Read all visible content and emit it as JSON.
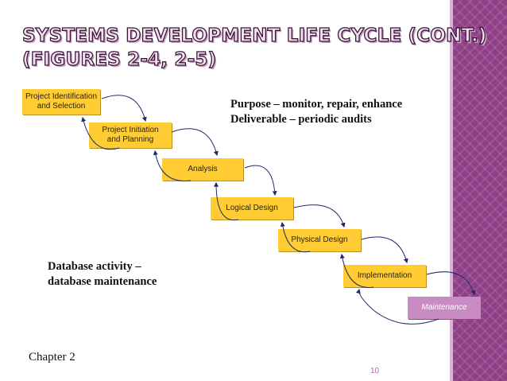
{
  "slide": {
    "title_line1": "SYSTEMS DEVELOPMENT LIFE CYCLE  (CONT.)",
    "title_line2": "(FIGURES 2-4, 2-5)",
    "purpose": "Purpose – monitor, repair, enhance",
    "deliverable": "Deliverable – periodic audits",
    "database_activity_line1": "Database activity –",
    "database_activity_line2": "database maintenance",
    "chapter": "Chapter 2",
    "page_number": "10"
  },
  "phases": [
    {
      "line1": "Project Identification",
      "line2": "and Selection"
    },
    {
      "line1": "Project Initiation",
      "line2": "and Planning"
    },
    {
      "line1": "Analysis"
    },
    {
      "line1": "Logical Design"
    },
    {
      "line1": "Physical Design"
    },
    {
      "line1": "Implementation"
    },
    {
      "line1": "Maintenance"
    }
  ],
  "colors": {
    "phase_box": "#ffcc33",
    "active_phase_box": "#c98bc3",
    "side_panel": "#8e3f86",
    "arrow": "#1f2a6b"
  }
}
